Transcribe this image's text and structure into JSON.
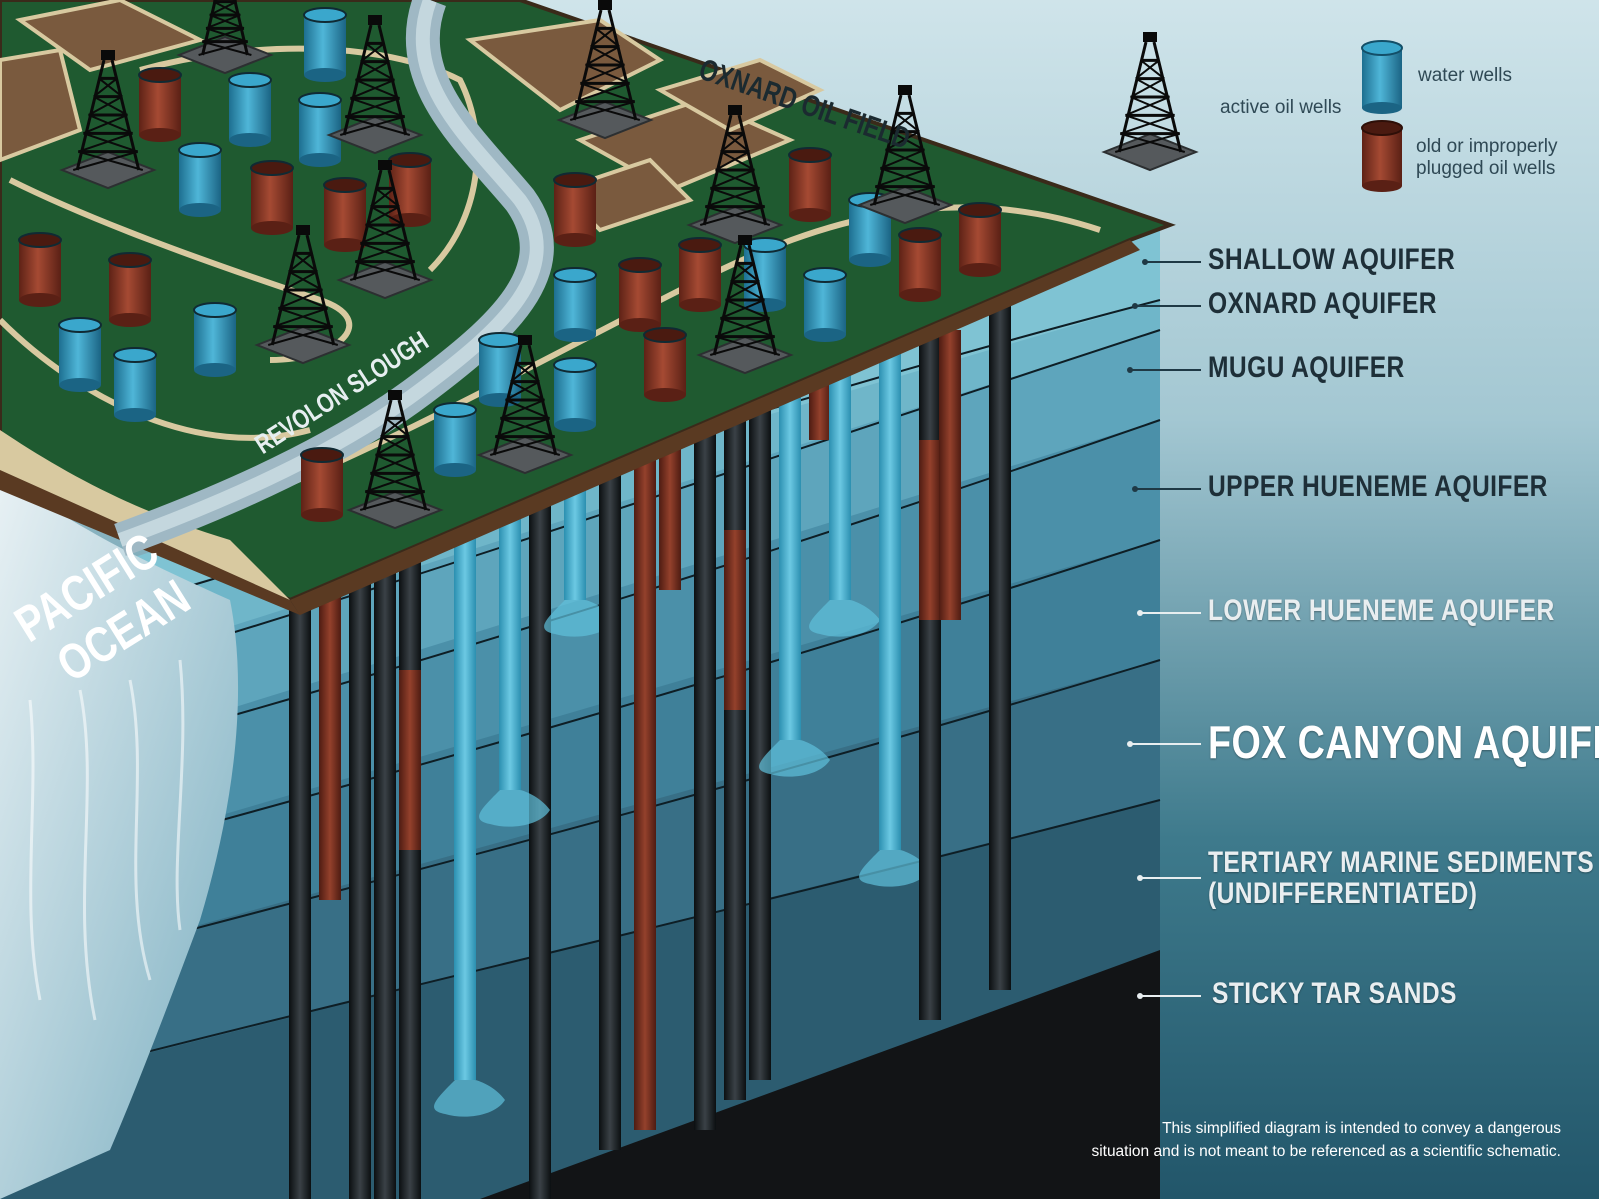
{
  "map": {
    "oil_field_label": "OXNARD OIL FIELD",
    "slough_label": "REVOLON SLOUGH",
    "ocean_label_line1": "PACIFIC",
    "ocean_label_line2": "OCEAN"
  },
  "legend": {
    "active_oil_wells": "active oil wells",
    "water_wells": "water wells",
    "plugged_wells": [
      "old or improperly",
      "plugged oil wells"
    ]
  },
  "layers": {
    "shallow": "SHALLOW AQUIFER",
    "oxnard": "OXNARD AQUIFER",
    "mugu": "MUGU AQUIFER",
    "upper_hueneme": "UPPER HUENEME AQUIFER",
    "lower_hueneme": "LOWER HUENEME AQUIFER",
    "fox_canyon": "FOX CANYON AQUIFER",
    "tertiary": [
      "TERTIARY MARINE SEDIMENTS",
      "(UNDIFFERENTIATED)"
    ],
    "tar_sands": "STICKY TAR SANDS"
  },
  "disclaimer": [
    "This simplified diagram is intended to convey a dangerous",
    "situation and is not meant to be referenced as a scientific schematic."
  ],
  "colors": {
    "sky": "#a9cdd8",
    "grass": "#1f5a30",
    "farmland": "#7a5a3e",
    "sand": "#d8c9a0",
    "water_well": "#2e8fb3",
    "plugged_well": "#8a3524",
    "derrick": "#111111",
    "tar_sands": "#121416"
  }
}
